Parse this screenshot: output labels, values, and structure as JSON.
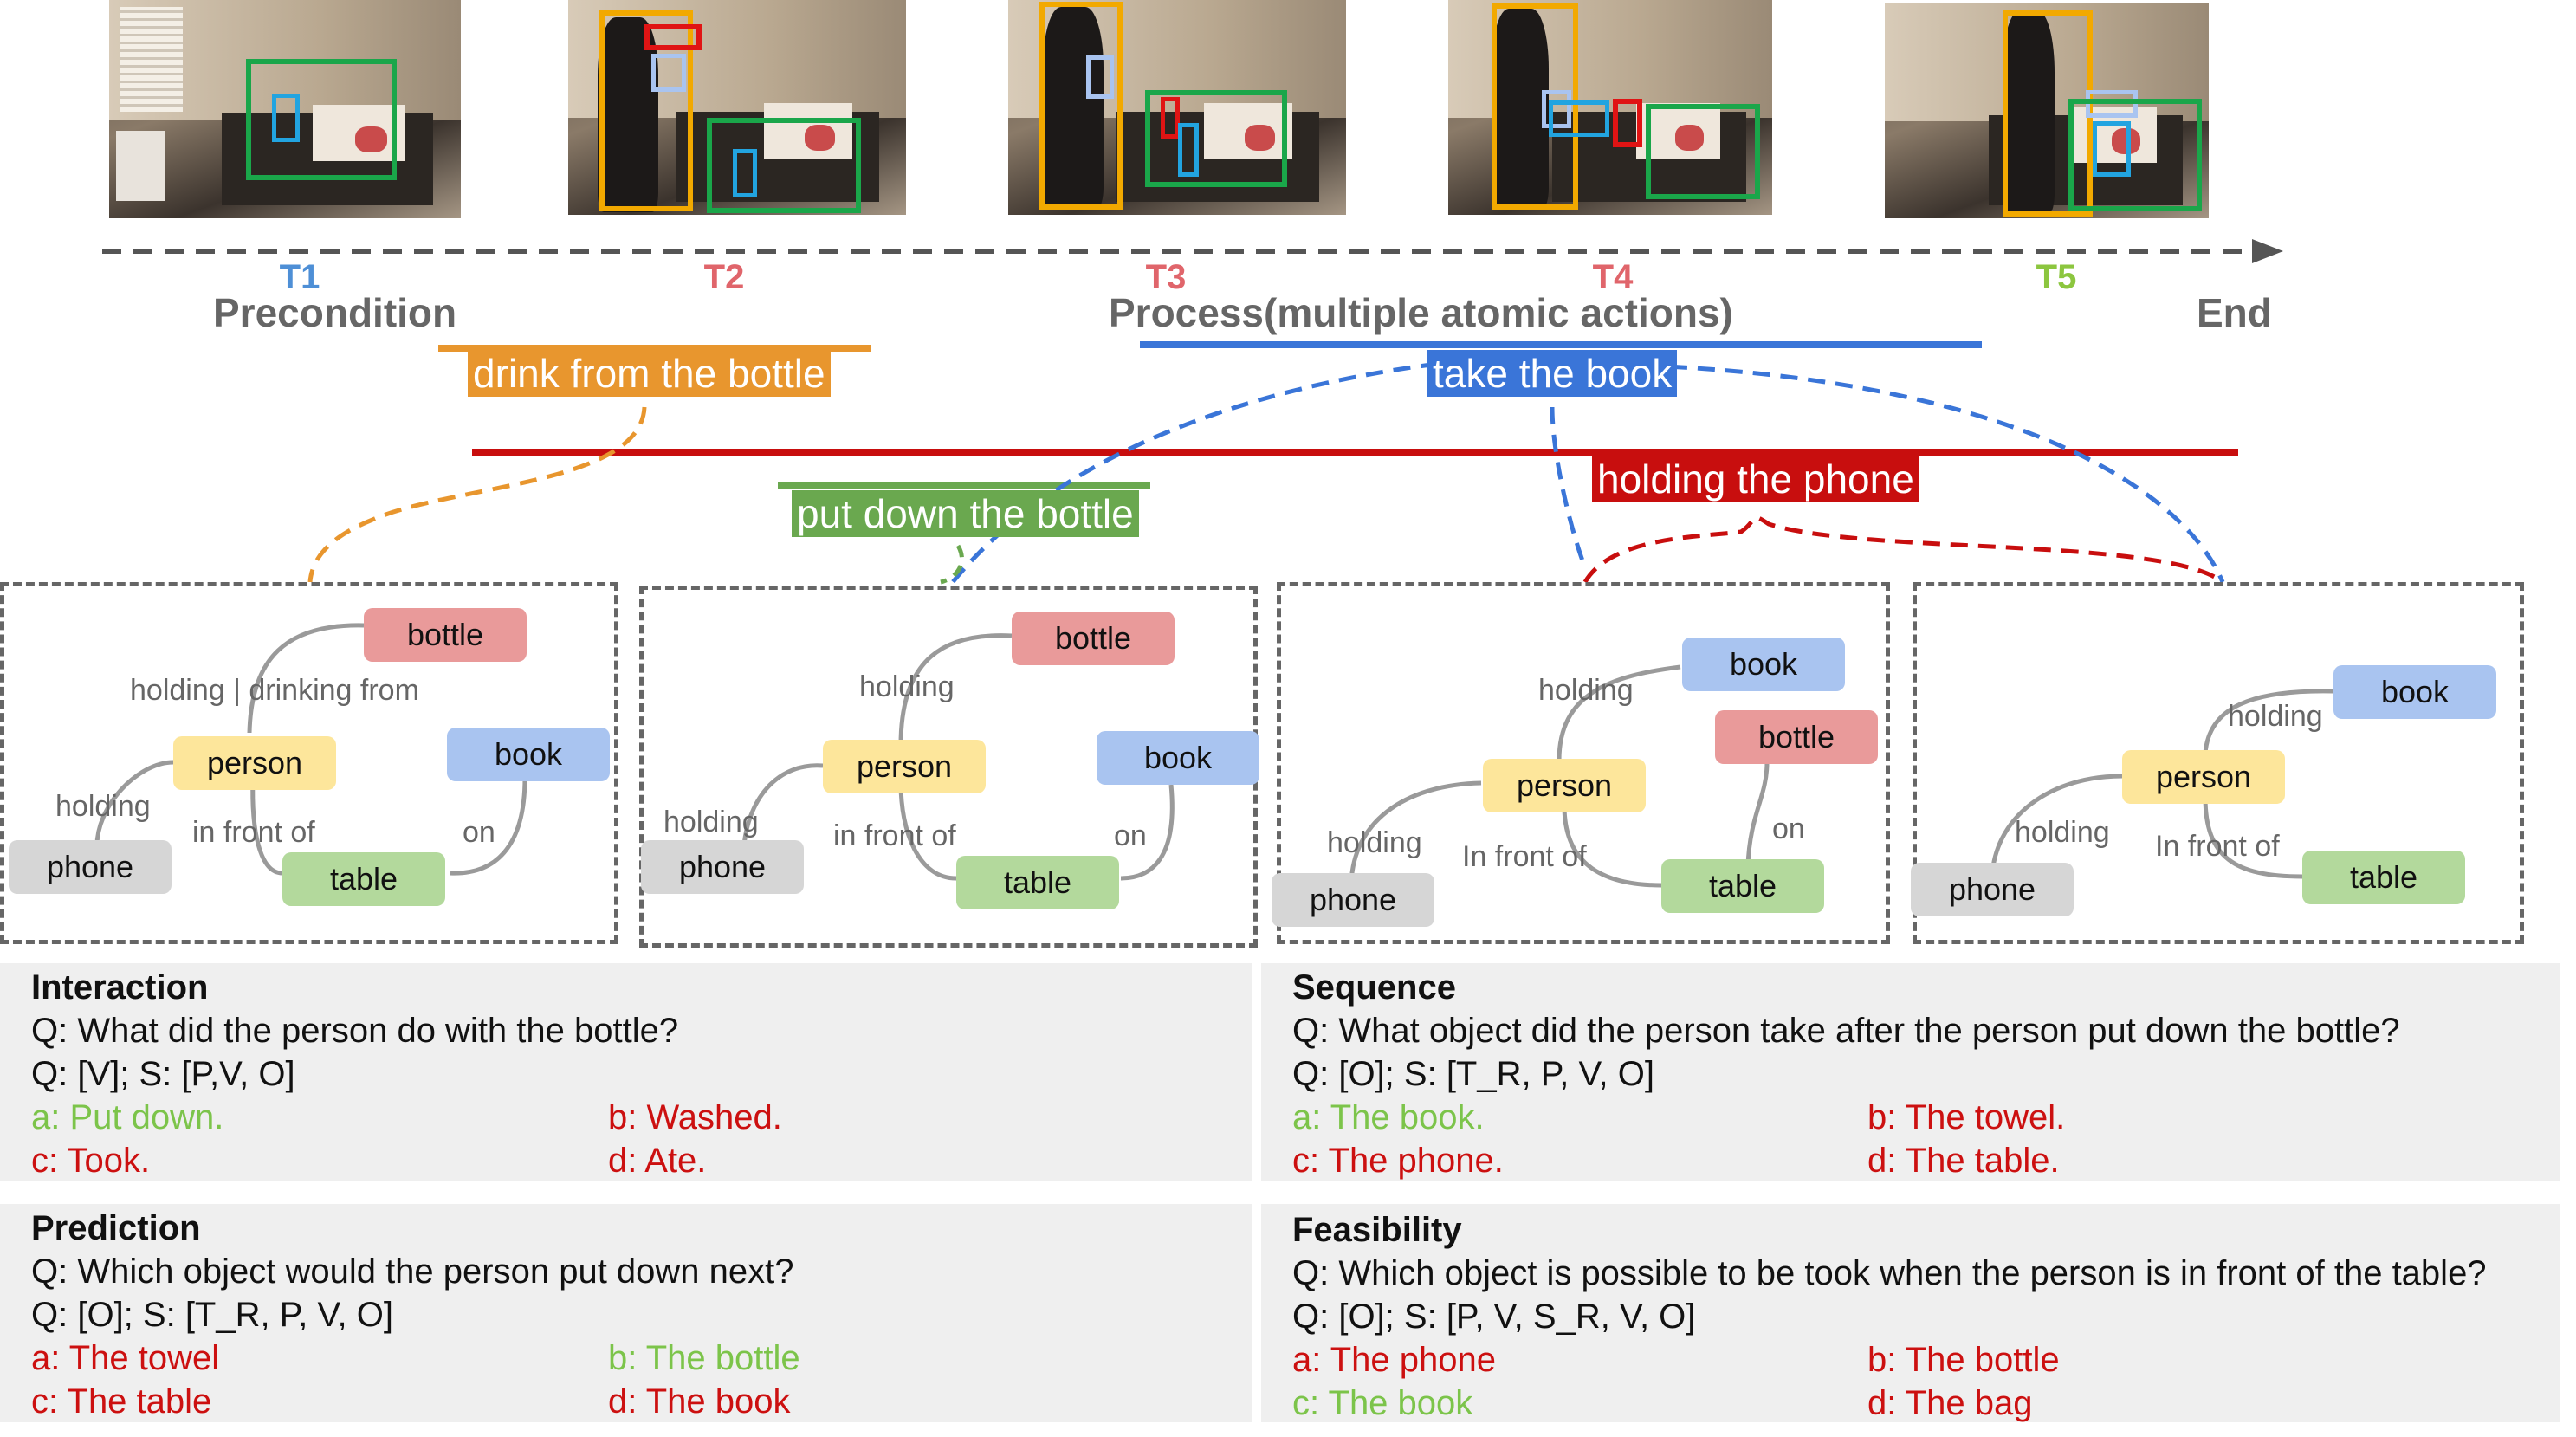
{
  "colors": {
    "orange": "#e8962e",
    "blue": "#3a75d8",
    "red": "#c80e0e",
    "green": "#6aa84f",
    "node_bottle": "#e99a9a",
    "node_person": "#fde69b",
    "node_book": "#a9c4f0",
    "node_table": "#b3d99c",
    "node_phone": "#d6d6d6",
    "correct": "#7cc44a",
    "wrong": "#cc1010"
  },
  "timeline": {
    "ticks": [
      {
        "label": "T1",
        "color": "#4e8fd6"
      },
      {
        "label": "T2",
        "color": "#e0656b"
      },
      {
        "label": "T3",
        "color": "#e0656b"
      },
      {
        "label": "T4",
        "color": "#e0656b"
      },
      {
        "label": "T5",
        "color": "#8cc63f"
      }
    ],
    "phases": {
      "precondition": "Precondition",
      "process": "Process(multiple atomic actions)",
      "end": "End"
    }
  },
  "actions": {
    "drink": "drink from the bottle",
    "take": "take the book",
    "put_down": "put down the bottle",
    "hold_phone": "holding the phone"
  },
  "graphs": [
    {
      "nodes": {
        "bottle": "bottle",
        "person": "person",
        "book": "book",
        "phone": "phone",
        "table": "table"
      },
      "relations": {
        "r1": "holding | drinking from",
        "r2": "holding",
        "r3": "in front of",
        "r4": "on"
      }
    },
    {
      "nodes": {
        "bottle": "bottle",
        "person": "person",
        "book": "book",
        "phone": "phone",
        "table": "table"
      },
      "relations": {
        "r1": "holding",
        "r2": "holding",
        "r3": "in front of",
        "r4": "on"
      }
    },
    {
      "nodes": {
        "book": "book",
        "bottle": "bottle",
        "person": "person",
        "phone": "phone",
        "table": "table"
      },
      "relations": {
        "r1": "holding",
        "r2": "on",
        "r3": "holding",
        "r4": "In front of"
      }
    },
    {
      "nodes": {
        "book": "book",
        "person": "person",
        "phone": "phone",
        "table": "table"
      },
      "relations": {
        "r1": "holding",
        "r2": "holding",
        "r3": "In front of"
      }
    }
  ],
  "questions": {
    "interaction": {
      "title": "Interaction",
      "q": "Q: What did the person do with the bottle?",
      "s": "Q: [V]; S: [P,V, O]",
      "answers": [
        "a: Put down.",
        "b: Washed.",
        "c: Took.",
        "d: Ate."
      ],
      "correct": [
        true,
        false,
        false,
        false
      ]
    },
    "sequence": {
      "title": "Sequence",
      "q": "Q: What object did the person take after the person put down the bottle?",
      "s": "Q: [O]; S: [T_R, P, V, O]",
      "answers": [
        "a: The book.",
        "b: The towel.",
        "c: The phone.",
        "d: The table."
      ],
      "correct": [
        true,
        false,
        false,
        false
      ]
    },
    "prediction": {
      "title": "Prediction",
      "q": "Q: Which object would the person put down next?",
      "s": "Q: [O]; S: [T_R, P, V, O]",
      "answers": [
        "a: The towel",
        "b: The bottle",
        "c: The table",
        "d: The book"
      ],
      "correct": [
        false,
        true,
        false,
        false
      ]
    },
    "feasibility": {
      "title": "Feasibility",
      "q": "Q: Which object is possible to be took when the person is in front of the table?",
      "s": "Q: [O]; S: [P, V, S_R, V, O]",
      "answers": [
        "a: The phone",
        "b: The bottle",
        "c: The book",
        "d: The bag"
      ],
      "correct": [
        false,
        false,
        true,
        false
      ]
    }
  }
}
